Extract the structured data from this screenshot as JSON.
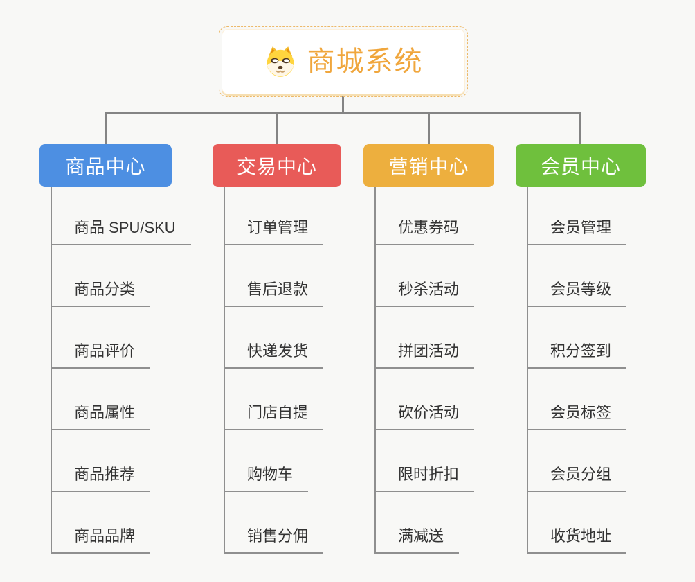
{
  "root": {
    "title": "商城系统",
    "icon": "dog-face-icon"
  },
  "branches": [
    {
      "label": "商品中心",
      "color": "#4D8FE2",
      "children": [
        "商品 SPU/SKU",
        "商品分类",
        "商品评价",
        "商品属性",
        "商品推荐",
        "商品品牌"
      ]
    },
    {
      "label": "交易中心",
      "color": "#E85B58",
      "children": [
        "订单管理",
        "售后退款",
        "快递发货",
        "门店自提",
        "购物车",
        "销售分佣"
      ]
    },
    {
      "label": "营销中心",
      "color": "#EDAF3E",
      "children": [
        "优惠券码",
        "秒杀活动",
        "拼团活动",
        "砍价活动",
        "限时折扣",
        "满减送"
      ]
    },
    {
      "label": "会员中心",
      "color": "#6FC03D",
      "children": [
        "会员管理",
        "会员等级",
        "积分签到",
        "会员标签",
        "会员分组",
        "收货地址"
      ]
    }
  ],
  "colors": {
    "background": "#f8f8f6",
    "connector": "#848484",
    "root_title": "#F0A63C",
    "root_border": "#EDB968",
    "leaf_text": "#333333",
    "leaf_line": "#8F8F8F"
  }
}
